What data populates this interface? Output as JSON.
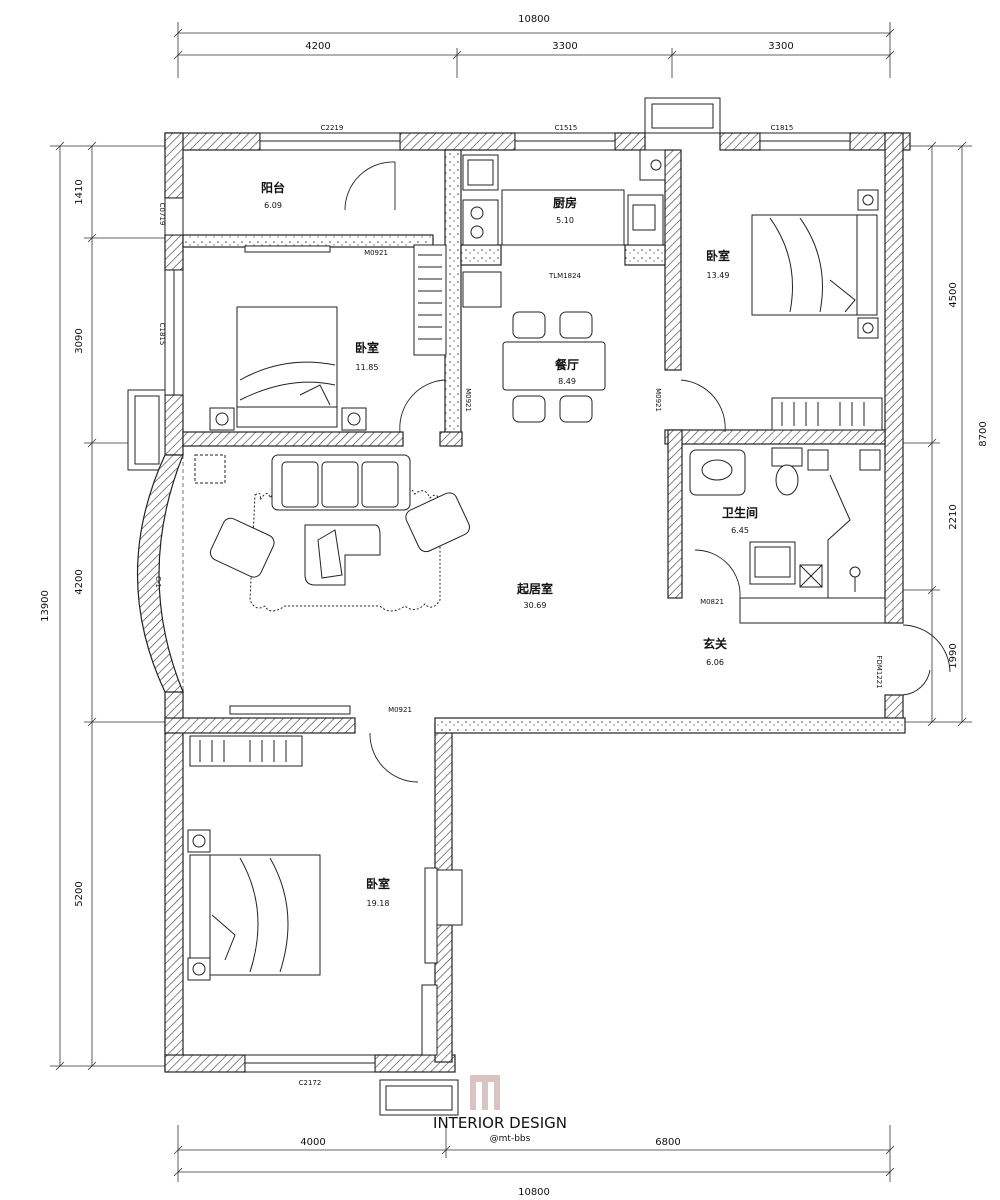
{
  "dimensions": {
    "top_total": "10800",
    "top_segments": [
      "4200",
      "3300",
      "3300"
    ],
    "bottom_total": "10800",
    "bottom_segments": [
      "4000",
      "6800"
    ],
    "left_total": "13900",
    "left_segments": [
      "1410",
      "3090",
      "4200",
      "5200"
    ],
    "right_total": "8700",
    "right_segments": [
      "4500",
      "2210",
      "1990"
    ]
  },
  "rooms": [
    {
      "key": "balcony",
      "name": "阳台",
      "area": "6.09"
    },
    {
      "key": "kitchen",
      "name": "厨房",
      "area": "5.10"
    },
    {
      "key": "bedroom_ne",
      "name": "卧室",
      "area": "13.49"
    },
    {
      "key": "bedroom_w",
      "name": "卧室",
      "area": "11.85"
    },
    {
      "key": "dining",
      "name": "餐厅",
      "area": "8.49"
    },
    {
      "key": "bathroom",
      "name": "卫生间",
      "area": "6.45"
    },
    {
      "key": "living",
      "name": "起居室",
      "area": "30.69"
    },
    {
      "key": "foyer",
      "name": "玄关",
      "area": "6.06"
    },
    {
      "key": "bedroom_s",
      "name": "卧室",
      "area": "19.18"
    }
  ],
  "codes": {
    "win_c2219": "C2219",
    "win_c1515": "C1515",
    "win_c1815": "C1815",
    "win_c0719": "C0719",
    "win_c1815_left": "C1815",
    "door_m0921_balcony": "M0921",
    "door_tlm1824": "TLM1824",
    "door_m0921_w": "M0921",
    "door_m0921_e": "M0921",
    "door_m0821_bath": "M0821",
    "door_fdm1221": "FDM1221",
    "door_m0921_s": "M0921",
    "win_c1": "C-1",
    "win_c2172": "C2172"
  },
  "watermark": {
    "brand": "INTERIOR DESIGN",
    "handle": "@mt-bbs",
    "color": "#c9c9c9"
  },
  "colors": {
    "line": "#222222",
    "wall_hatch": "#444444",
    "dim_line": "#333333",
    "background": "#ffffff"
  }
}
